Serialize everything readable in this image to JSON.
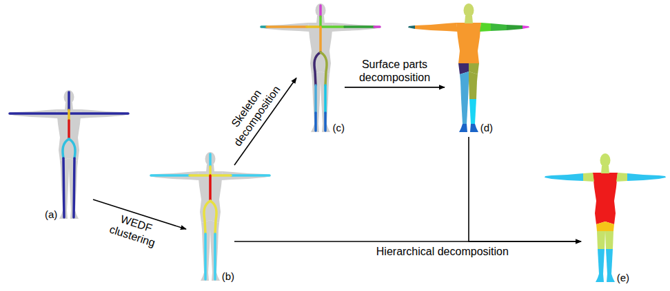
{
  "diagram": {
    "nodes": [
      {
        "text": [
          "(a)"
        ]
      },
      {
        "text": [
          "(b)"
        ]
      },
      {
        "text": [
          "(c)"
        ]
      },
      {
        "text": [
          "(d)"
        ]
      },
      {
        "text": [
          "(e)"
        ]
      }
    ],
    "edges": [
      {
        "from": 0,
        "to": 1,
        "arrow": "to",
        "label": "WEDF clustering"
      },
      {
        "from": 1,
        "to": 2,
        "arrow": "to",
        "label": "Skeleton decomposition"
      },
      {
        "from": 2,
        "to": 3,
        "arrow": "to",
        "label": "Surface parts decomposition"
      },
      {
        "from": 1,
        "to": 4,
        "arrow": "to",
        "label": "Hierarchical decomposition"
      },
      {
        "from": 3,
        "to": 4,
        "arrow": "to"
      }
    ]
  }
}
